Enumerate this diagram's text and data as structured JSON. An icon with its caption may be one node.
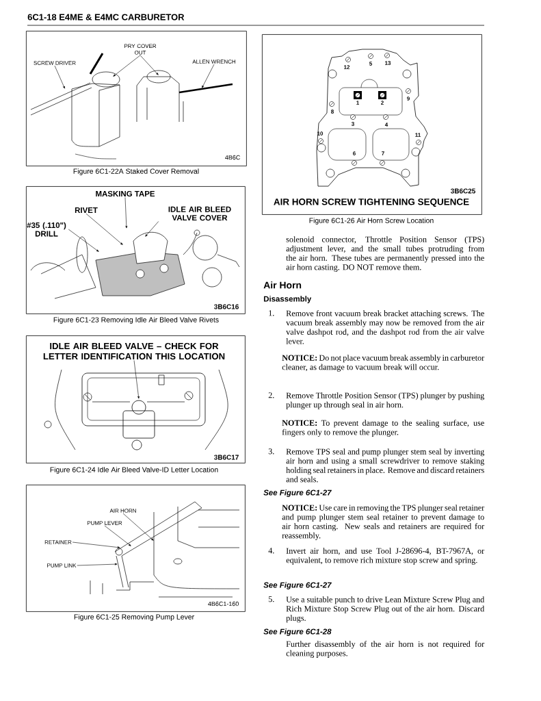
{
  "diagram": {
    "title": "6C1-18 E4ME & E4MC CARBURETOR",
    "nodes": [
      {
        "text": [
          "4B6C"
        ],
        "beside": [
          "Figure 6C1-22A Staked Cover Removal"
        ]
      },
      {
        "text": [
          "SCREW DRIVER"
        ],
        "in": 0
      },
      {
        "text": [
          "PRY COVER OUT"
        ],
        "in": 0
      },
      {
        "text": [
          "ALLEN WRENCH"
        ],
        "in": 0
      },
      {
        "text": [
          "3B6C16"
        ],
        "beside": [
          "Figure 6C1-23 Removing Idle Air Bleed Valve Rivets"
        ]
      },
      {
        "text": [
          "MASKING TAPE"
        ],
        "in": 4
      },
      {
        "text": [
          "RIVET"
        ],
        "in": 4
      },
      {
        "text": [
          "IDLE AIR BLEED VALVE COVER"
        ],
        "in": 4
      },
      {
        "text": [
          "#35 (.110\") DRILL"
        ],
        "in": 4
      },
      {
        "text": [
          "3B6C17"
        ],
        "beside": [
          "Figure 6C1-24 Idle Air Bleed Valve-ID Letter Location"
        ]
      },
      {
        "text": [
          "IDLE AIR BLEED VALVE – CHECK FOR LETTER IDENTIFICATION THIS LOCATION"
        ],
        "in": 9
      },
      {
        "text": [
          "4B6C1-160"
        ],
        "beside": [
          "Figure 6C1-25 Removing Pump Lever"
        ]
      },
      {
        "text": [
          "AIR HORN"
        ],
        "in": 11
      },
      {
        "text": [
          "PUMP LEVER"
        ],
        "in": 11
      },
      {
        "text": [
          "RETAINER"
        ],
        "in": 11
      },
      {
        "text": [
          "PUMP LINK"
        ],
        "in": 11
      },
      {
        "text": [
          "3B6C25",
          "AIR HORN SCREW TIGHTENING SEQUENCE"
        ],
        "beside": [
          "Figure 6C1-26 Air Horn Screw Location"
        ]
      },
      {
        "text": [],
        "shape": "picture",
        "in": 4
      },
      {
        "text": [],
        "shape": "picture",
        "in": 9
      }
    ],
    "edges": [
      {
        "from": 1,
        "to": null,
        "arrow": "to"
      },
      {
        "from": 2,
        "to": null,
        "arrow": "to"
      },
      {
        "from": 2,
        "to": null,
        "arrow": "to"
      },
      {
        "from": 3,
        "to": null,
        "arrow": "to"
      },
      {
        "from": 5,
        "to": 17,
        "arrow": "to"
      },
      {
        "from": 6,
        "to": 17,
        "arrow": "to"
      },
      {
        "from": 7,
        "to": 17,
        "arrow": "to"
      },
      {
        "from": 8,
        "to": 17,
        "arrow": "to"
      },
      {
        "from": 10,
        "to": 18,
        "arrow": "to"
      },
      {
        "from": 12,
        "to": null,
        "arrow": "to"
      },
      {
        "from": 13,
        "to": null,
        "arrow": "to"
      },
      {
        "from": 14,
        "to": null,
        "arrow": "to"
      },
      {
        "from": 15,
        "to": null,
        "arrow": "to"
      }
    ],
    "labels": [
      "12",
      "5",
      "13",
      "9",
      "1",
      "2",
      "8",
      "3",
      "4",
      "10",
      "11",
      "6",
      "7",
      "solenoid connector, Throttle Position Sensor (TPS) adjustment lever, and the small tubes protruding from the air horn. These tubes are permanently pressed into the air horn casting. DO NOT remove them.",
      "Air Horn",
      "Disassembly",
      "1.",
      "Remove front vacuum break bracket attaching screws. The vacuum break assembly may now be removed from the air valve dashpot rod, and the dashpot rod from the air valve lever.",
      "**NOTICE:** Do not place vacuum break assembly in carburetor cleaner, as damage to vacuum break will occur.",
      "2.",
      "Remove Throttle Position Sensor (TPS) plunger by pushing plunger up through seal in air horn.",
      "**NOTICE:** To prevent damage to the sealing surface, use fingers only to remove the plunger.",
      "3.",
      "Remove TPS seal and pump plunger stem seal by inverting air horn and using a small screwdriver to remove staking holding seal retainers in place. Remove and discard retainers and seals.",
      "See Figure 6C1-27",
      "**NOTICE:** Use care in removing the TPS plunger seal retainer and pump plunger stem seal retainer to prevent damage to air horn casting. New seals and retainers are required for reassembly.",
      "4.",
      "Invert air horn, and use Tool J-28696-4, BT-7967A, or equivalent, to remove rich mixture stop screw and spring.",
      "See Figure 6C1-27",
      "5.",
      "Use a suitable punch to drive Lean Mixture Screw Plug and Rich Mixture Stop Screw Plug out of the air horn. Discard plugs.",
      "See Figure 6C1-28",
      "Further disassembly of the air horn is not required for cleaning purposes."
    ]
  }
}
